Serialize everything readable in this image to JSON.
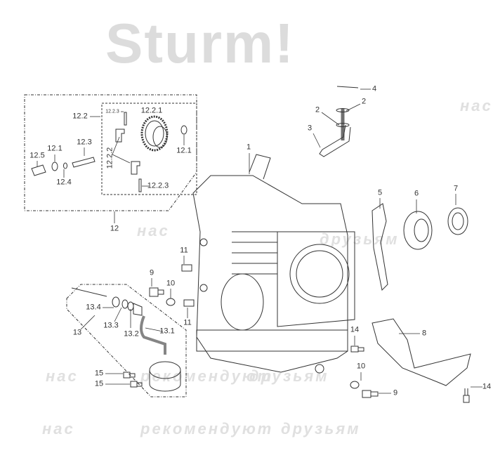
{
  "watermark": {
    "brand": "Sturm!",
    "slogan_1": "нас",
    "slogan_2": "рекомендуют",
    "slogan_3": "друзьям"
  },
  "callouts": [
    "4",
    "2",
    "2",
    "3",
    "1",
    "5",
    "6",
    "7",
    "8",
    "14",
    "10",
    "9",
    "14",
    "11",
    "9",
    "10",
    "11",
    "13.4",
    "13.3",
    "13.2",
    "13.1",
    "13",
    "15",
    "15",
    "12",
    "12.2",
    "12.2.3",
    "12.2.1",
    "12.1",
    "12.3",
    "12.1",
    "12.5",
    "12.4",
    "12.2.2",
    "12.2.3"
  ],
  "colors": {
    "line": "#333333",
    "watermark": "#e2e2e2"
  }
}
